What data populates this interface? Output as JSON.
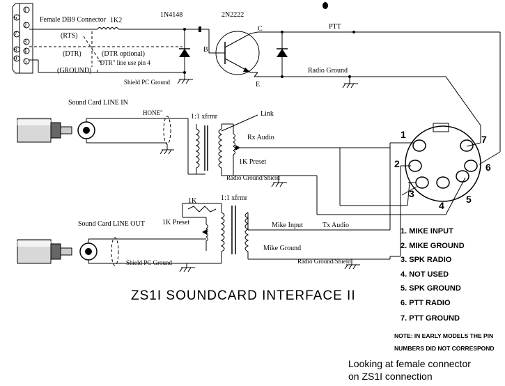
{
  "title": "ZS1I SOUNDCARD INTERFACE II",
  "db9": {
    "label": "Female DB9 Connector",
    "pins": [
      "1",
      "6",
      "2",
      "7",
      "3",
      "8",
      "4",
      "9",
      "5"
    ]
  },
  "components": {
    "resistor_1k2": "1K2",
    "diode_1n4148": "1N4148",
    "transistor_2n2222": "2N2222",
    "collector": "C",
    "base": "B",
    "emitter": "E",
    "xfmr_top": "1:1 xfrmr",
    "xfmr_bottom": "1:1 xfrmr",
    "preset_top": "1K Preset",
    "preset_bottom": "1K Preset",
    "resistor_1k": "1K",
    "link": "Link"
  },
  "signals": {
    "rts": "(RTS)",
    "dtr": "(DTR)",
    "dtr_optional": "(DTR optional)",
    "dtr_note": "\"DTR\" line use pin 4",
    "ground": "(GROUND)",
    "shield_pc_ground_top": "Shield PC Ground",
    "ptt": "PTT",
    "radio_ground": "Radio Ground",
    "sound_card_line_in": "Sound Card LINE IN",
    "hone": "HONE\"",
    "rx_audio": "Rx Audio",
    "radio_ground_shield_top": "Radio Ground/Shield",
    "sound_card_line_out": "Sound Card LINE OUT",
    "mike_input": "Mike Input",
    "tx_audio": "Tx Audio",
    "mike_ground": "Mike Ground",
    "shield_pc_ground_bottom": "Shield PC Ground",
    "radio_ground_shield_bottom": "Radio Ground/Shield"
  },
  "din_pin_labels": [
    "1",
    "2",
    "3",
    "4",
    "5",
    "6",
    "7"
  ],
  "pin_list": [
    "1.  MIKE INPUT",
    "2.  MIKE GROUND",
    "3.  SPK RADIO",
    "4.  NOT USED",
    "5.  SPK GROUND",
    "6.  PTT RADIO",
    "7.  PTT GROUND"
  ],
  "note_lines": [
    "NOTE:  IN EARLY MODELS THE PIN",
    "NUMBERS DID NOT CORRESPOND"
  ],
  "caption_lines": [
    "Looking at female connector",
    "on ZS1I connection"
  ]
}
